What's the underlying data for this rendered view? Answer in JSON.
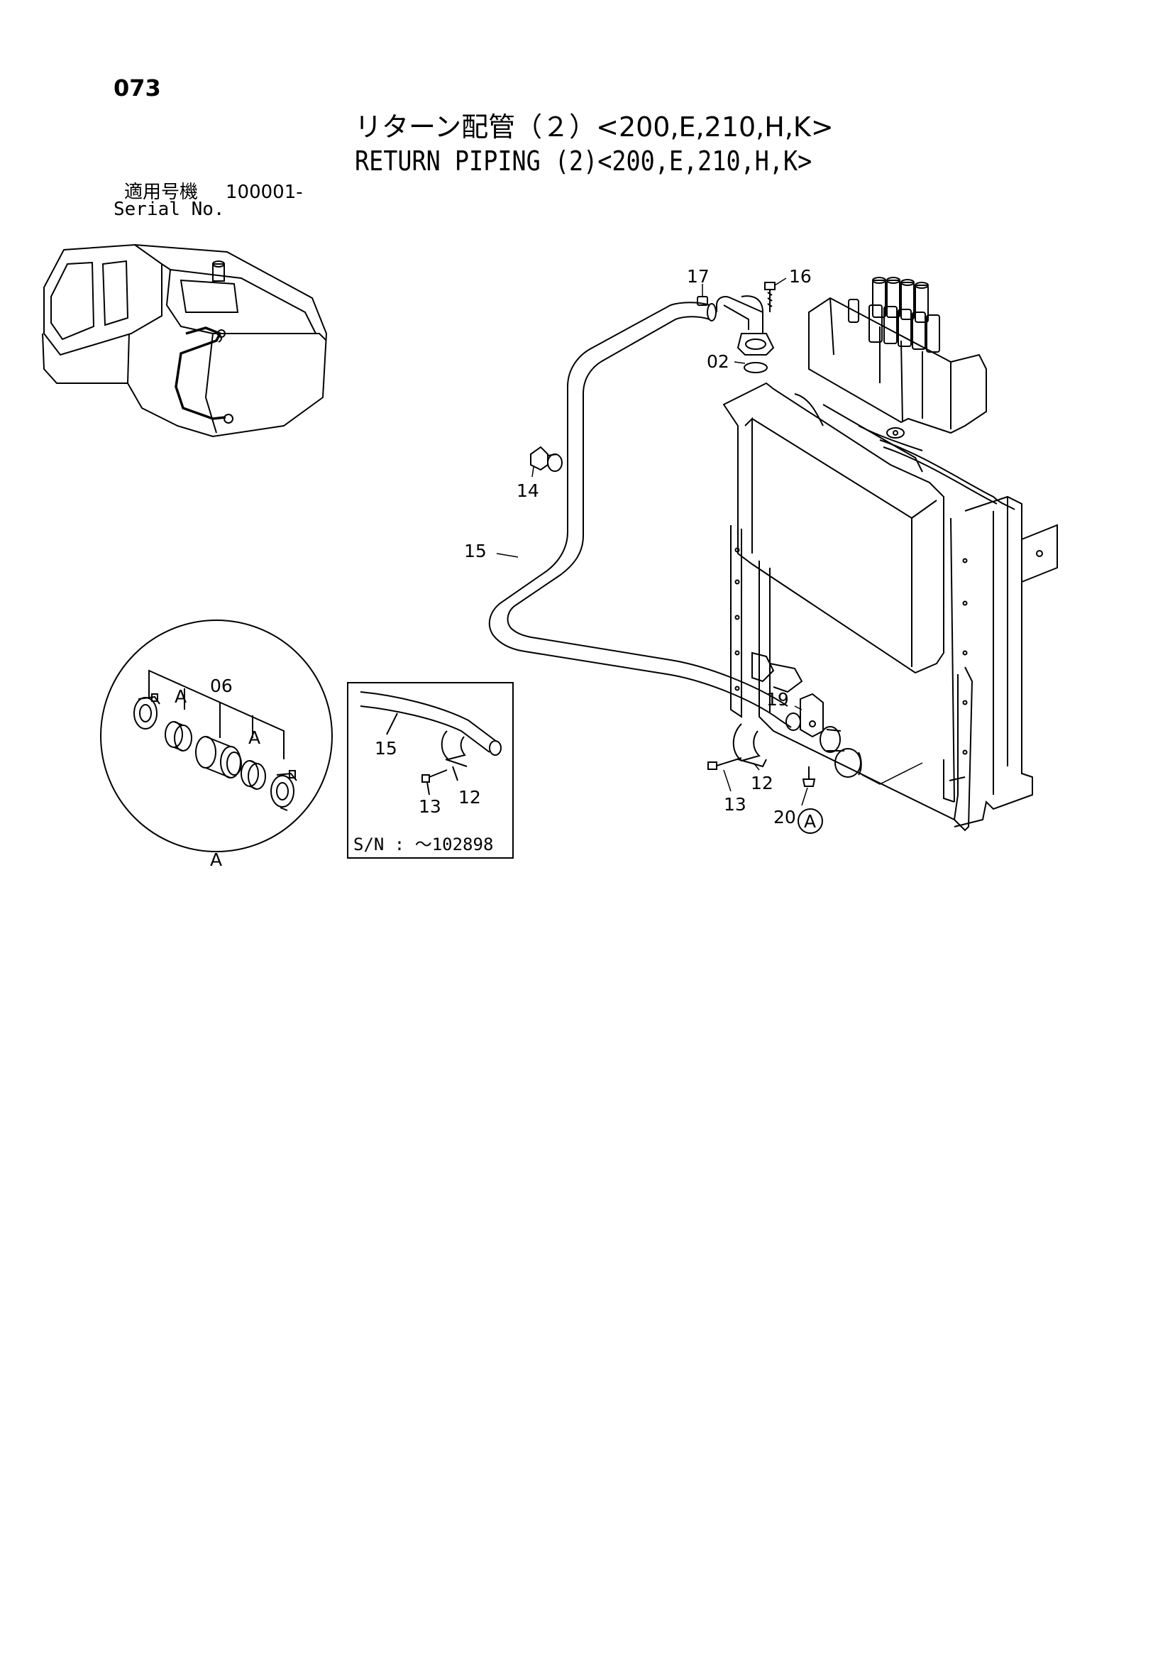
{
  "page_number": "073",
  "title_jp": "リターン配管（２）<200,E,210,H,K>",
  "title_en": "RETURN PIPING (2)<200,E,210,H,K>",
  "serial": {
    "label_jp": "適用号機",
    "value": "100001-",
    "label_en": "Serial No."
  },
  "callouts": {
    "c17": "17",
    "c16": "16",
    "c02": "02",
    "c14": "14",
    "c15": "15",
    "c19": "19",
    "c12": "12",
    "c13": "13",
    "c20": "20",
    "ref_a": "A"
  },
  "detail_a": {
    "part": "06",
    "marker_left": "A",
    "marker_right": "A",
    "caption": "A"
  },
  "inset": {
    "c15": "15",
    "c13": "13",
    "c12": "12",
    "note": "S/N : ～102898"
  },
  "colors": {
    "ink": "#000000",
    "paper": "#ffffff"
  }
}
